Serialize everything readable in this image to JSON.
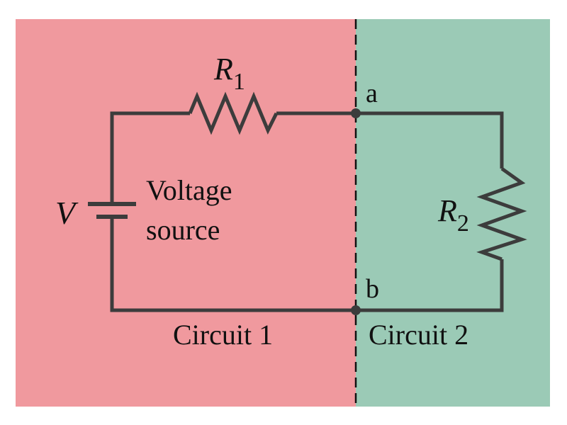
{
  "colors": {
    "circuit1_bg": "#F0999E",
    "circuit2_bg": "#9BCAB6",
    "wire": "#3C3C3C",
    "divider": "#111111"
  },
  "labels": {
    "r1": "R",
    "r1_sub": "1",
    "r2": "R",
    "r2_sub": "2",
    "v": "V",
    "voltage_source_line1": "Voltage",
    "voltage_source_line2": "source",
    "node_a": "a",
    "node_b": "b",
    "circuit1": "Circuit 1",
    "circuit2": "Circuit 2"
  }
}
